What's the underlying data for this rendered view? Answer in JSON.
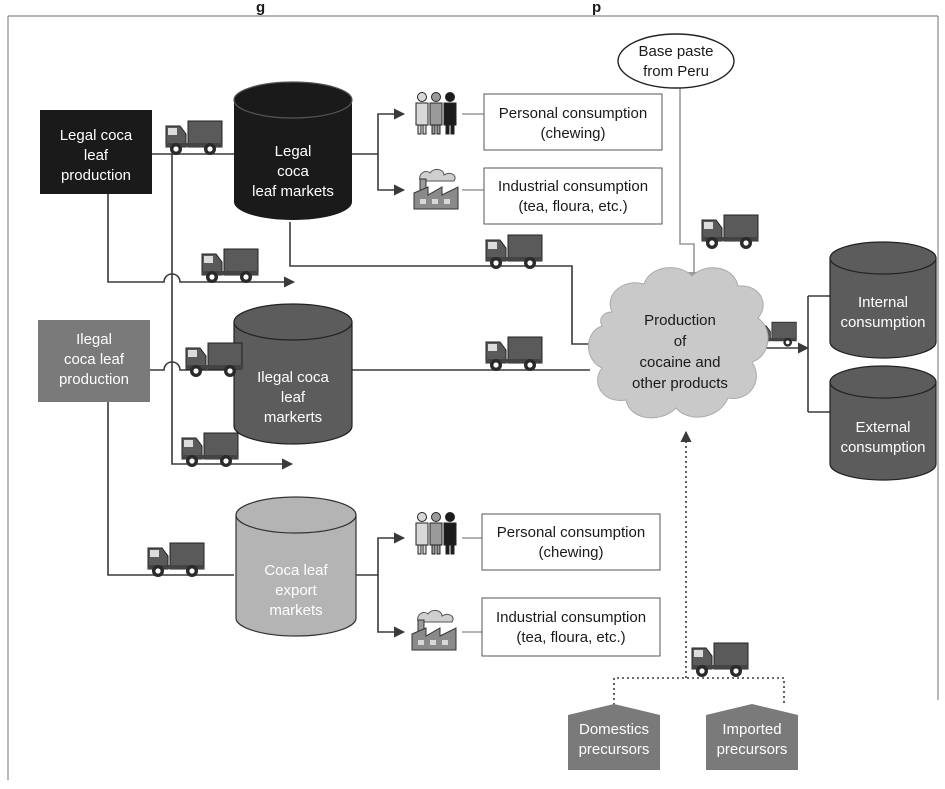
{
  "title": "g",
  "title_rest": "",
  "title_right": "p",
  "nodes": {
    "legal_production": [
      "Legal coca",
      "leaf",
      "production"
    ],
    "illegal_production": [
      "Ilegal",
      "coca leaf",
      "production"
    ],
    "legal_markets": [
      "Legal",
      "coca",
      "leaf markets"
    ],
    "illegal_markets": [
      "Ilegal coca",
      "leaf",
      "markerts"
    ],
    "export_markets": [
      "Coca leaf",
      "export",
      "markets"
    ],
    "personal_1": [
      "Personal consumption",
      "(chewing)"
    ],
    "industrial_1": [
      "Industrial consumption",
      "(tea, floura, etc.)"
    ],
    "personal_2": [
      "Personal consumption",
      "(chewing)"
    ],
    "industrial_2": [
      "Industrial consumption",
      "(tea, floura, etc.)"
    ],
    "base_paste": [
      "Base paste",
      "from Peru"
    ],
    "production": [
      "Production",
      "of",
      "cocaine and",
      "other products"
    ],
    "internal": [
      "Internal",
      "consumption"
    ],
    "external": [
      "External",
      "consumption"
    ],
    "domestic_precursors": [
      "Domestics",
      "precursors"
    ],
    "imported_precursors": [
      "Imported",
      "precursors"
    ]
  },
  "icons": [
    "truck-icon",
    "people-icon",
    "factory-icon",
    "cylinder-icon",
    "cloud-icon"
  ],
  "colors": {
    "black": "#1a1a1a",
    "dark_gray": "#5c5c5c",
    "mid_gray": "#7a7a7a",
    "light_gray": "#b4b4b4",
    "cloud": "#c9c9c9",
    "frame": "#888888"
  }
}
